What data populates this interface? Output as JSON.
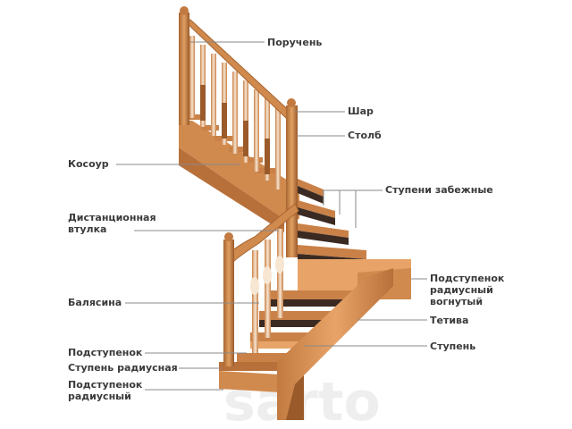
{
  "labels": {
    "handrail": "Поручень",
    "ball": "Шар",
    "post": "Столб",
    "stringer_kosour": "Косоур",
    "winder_steps": "Ступени забежные",
    "spacer_line1": "Дистанционная",
    "spacer_line2": "втулка",
    "riser_radius_concave_line1": "Подступенок",
    "riser_radius_concave_line2": "радиусный",
    "riser_radius_concave_line3": "вогнутый",
    "baluster": "Балясина",
    "stringer_tetiva": "Тетива",
    "riser": "Подступенок",
    "step": "Ступень",
    "step_radius": "Ступень радиусная",
    "riser_radius_line1": "Подступенок",
    "riser_radius_line2": "радиусный"
  },
  "colors": {
    "wood_light": "#e8a468",
    "wood_mid": "#d08a4e",
    "wood_dark": "#9a5a2a",
    "tread_top": "#c98148",
    "riser_dark": "#3b2a22",
    "line": "#888888",
    "text": "#3a3a3a"
  }
}
